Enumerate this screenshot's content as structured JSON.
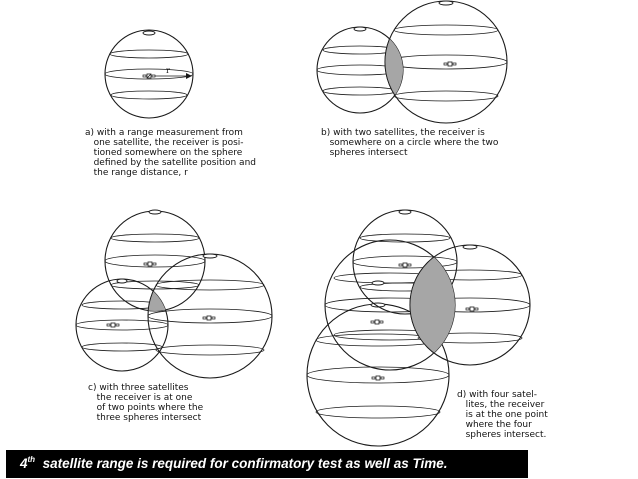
{
  "panels": {
    "a": {
      "caption": "a) with a range measurement from\n   one satellite, the receiver is posi-\n   tioned somewhere on the sphere\n   defined by the satellite position and\n   the range distance, r",
      "range_symbol": "r"
    },
    "b": {
      "caption": "b) with two satellites, the receiver is\n   somewhere on a circle where the two\n   spheres intersect"
    },
    "c": {
      "caption": "c) with three satellites\n   the receiver is at one\n   of two points where the\n   three spheres intersect"
    },
    "d": {
      "caption": "d) with four satel-\n   lites, the receiver\n   is at the one point\n   where the four\n   spheres intersect."
    }
  },
  "footer": {
    "ordinal_number": "4",
    "ordinal_suffix": "th",
    "text": "satellite range is required for confirmatory test as well as Time."
  },
  "colors": {
    "intersection_fill": "#a6a6a6",
    "footer_background": "#000000",
    "footer_text": "#ffffff",
    "line": "#1a1a1a"
  },
  "icons": [
    "satellite-icon",
    "range-arrow-icon"
  ]
}
